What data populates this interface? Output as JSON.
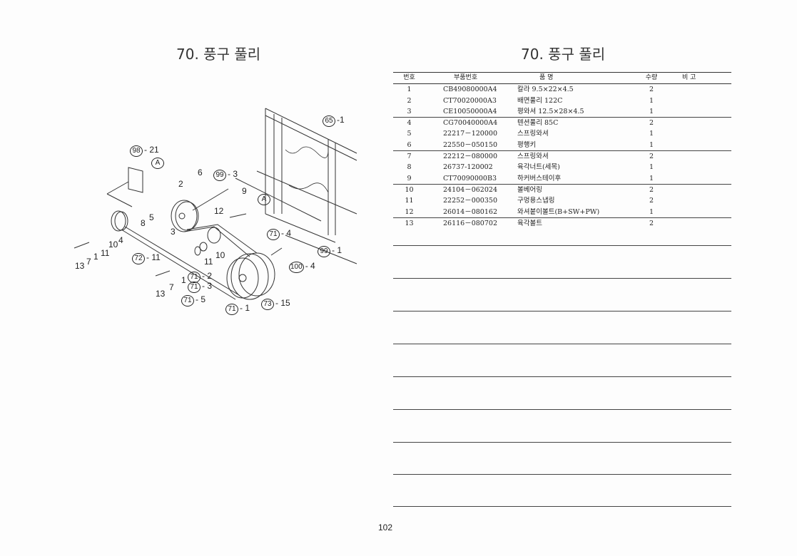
{
  "left_title": "70. 풍구 풀리",
  "right_title": "70. 풍구 풀리",
  "page_number": "102",
  "table": {
    "headers": {
      "no": "번호",
      "part_no": "부품번호",
      "name": "품    명",
      "qty": "수량",
      "remark": "비  고"
    },
    "rows": [
      {
        "no": "1",
        "part_no": "CB49080000A4",
        "name": "칼라 9.5×22×4.5",
        "qty": "2"
      },
      {
        "no": "2",
        "part_no": "CT70020000A3",
        "name": "배면풀리 122C",
        "qty": "1"
      },
      {
        "no": "3",
        "part_no": "CE10050000A4",
        "name": "평와셔 12.5×28×4.5",
        "qty": "1"
      },
      {
        "no": "4",
        "part_no": "CG70040000A4",
        "name": "텐션풀리 85C",
        "qty": "2"
      },
      {
        "no": "5",
        "part_no": "22217－120000",
        "name": "스프링와셔",
        "qty": "1"
      },
      {
        "no": "6",
        "part_no": "22550－050150",
        "name": "평행키",
        "qty": "1"
      },
      {
        "no": "7",
        "part_no": "22212－080000",
        "name": "스프링와셔",
        "qty": "2"
      },
      {
        "no": "8",
        "part_no": "26737-120002",
        "name": "육각너트(세목)",
        "qty": "1"
      },
      {
        "no": "9",
        "part_no": "CT70090000B3",
        "name": "하커버스테이후",
        "qty": "1"
      },
      {
        "no": "10",
        "part_no": "24104－062024",
        "name": "볼베어링",
        "qty": "2"
      },
      {
        "no": "11",
        "part_no": "22252－000350",
        "name": "구멍용스냅링",
        "qty": "2"
      },
      {
        "no": "12",
        "part_no": "26014－080162",
        "name": "와셔붙이볼트(B+SW+PW)",
        "qty": "1"
      },
      {
        "no": "13",
        "part_no": "26116－080702",
        "name": "육각볼트",
        "qty": "2"
      }
    ]
  },
  "callouts": {
    "c65": {
      "ref": "65",
      "suffix": "-1"
    },
    "c98": {
      "ref": "98",
      "suffix": "- 21"
    },
    "cA1": {
      "ref": "A",
      "suffix": ""
    },
    "cA2": {
      "ref": "A",
      "suffix": ""
    },
    "c99a": {
      "ref": "99",
      "suffix": "- 3"
    },
    "c99b": {
      "ref": "99",
      "suffix": "- 1"
    },
    "c71a": {
      "ref": "71",
      "suffix": "- 4"
    },
    "c100": {
      "ref": "100",
      "suffix": "- 4"
    },
    "c72": {
      "ref": "72",
      "suffix": "- 11"
    },
    "c71b": {
      "ref": "71",
      "suffix": "- 2"
    },
    "c71c": {
      "ref": "71",
      "suffix": "- 3"
    },
    "c71d": {
      "ref": "71",
      "suffix": "- 5"
    },
    "c71e": {
      "ref": "71",
      "suffix": "- 1"
    },
    "c73": {
      "ref": "73",
      "suffix": "- 15"
    },
    "n": [
      "6",
      "2",
      "9",
      "12",
      "5",
      "8",
      "3",
      "4",
      "10",
      "11",
      "1",
      "7",
      "13",
      "10",
      "11",
      "1",
      "7",
      "13"
    ]
  }
}
